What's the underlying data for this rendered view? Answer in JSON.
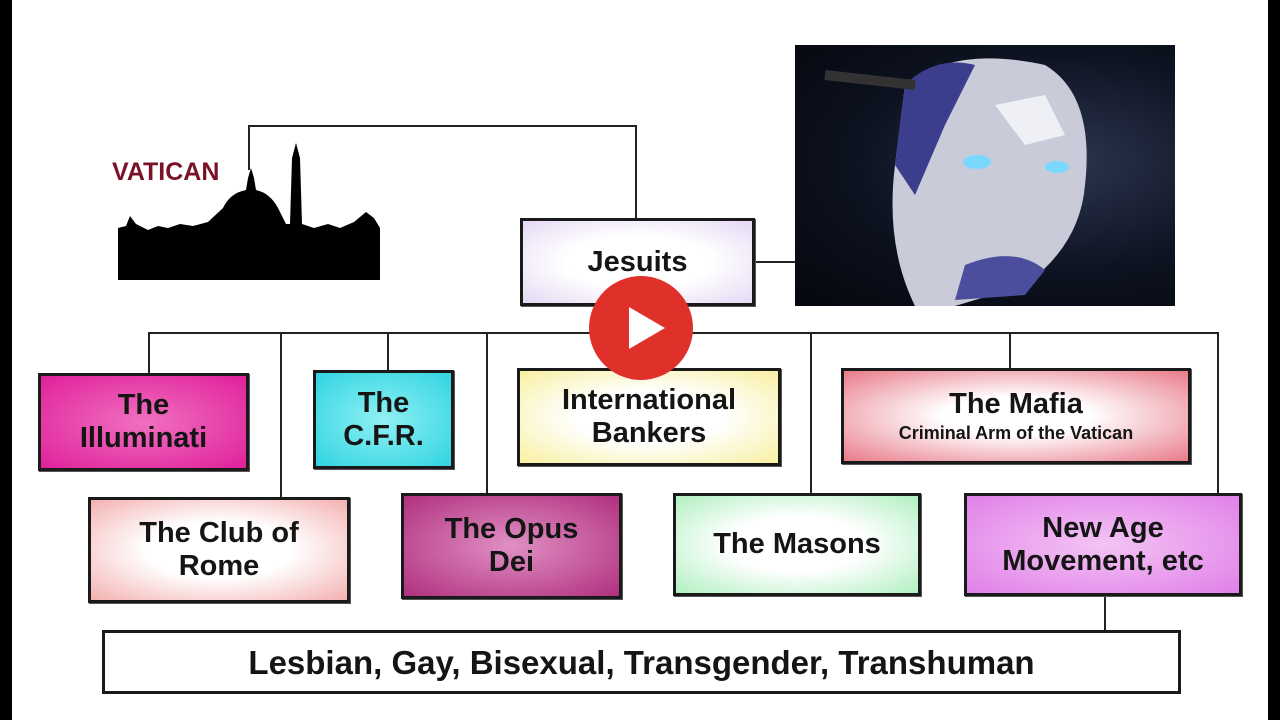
{
  "vatican": {
    "label": "VATICAN"
  },
  "top": {
    "label": "Jesuits"
  },
  "organizations": [
    {
      "label": "The Illuminati",
      "color": "#e0209a"
    },
    {
      "label": "The C.F.R.",
      "color": "#40d8e2"
    },
    {
      "label": "International Bankers",
      "color": "#fbf6b8"
    },
    {
      "label": "The Mafia",
      "sublabel": "Criminal Arm of the Vatican",
      "color": "#e87a88"
    },
    {
      "label": "The Club of Rome",
      "color": "#f6c8c8"
    },
    {
      "label": "The Opus Dei",
      "color": "#c0408e"
    },
    {
      "label": "The Masons",
      "color": "#c8f4d0"
    },
    {
      "label": "New Age Movement, etc",
      "color": "#e890ec"
    }
  ],
  "bottom": {
    "label": "Lesbian, Gay, Bisexual, Transgender, Transhuman"
  },
  "video": {
    "play_icon": "play-icon",
    "play_color": "#e0302a"
  }
}
